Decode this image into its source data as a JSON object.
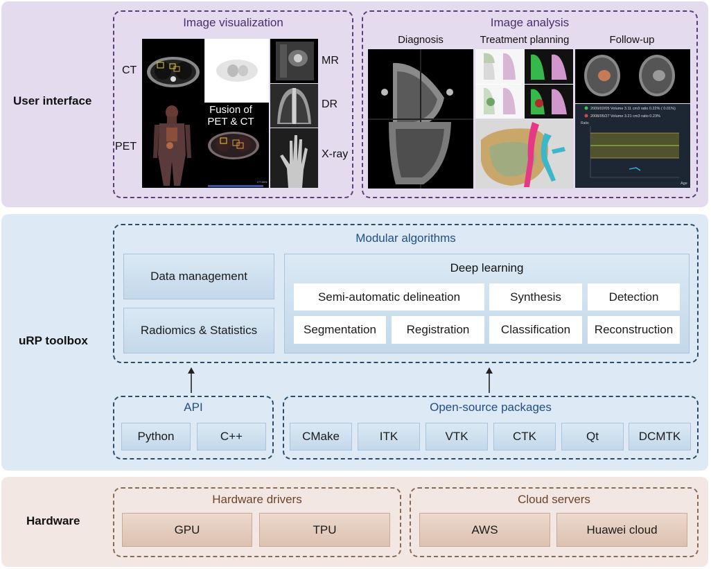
{
  "layers": {
    "user_interface": "User interface",
    "toolbox": "uRP toolbox",
    "hardware": "Hardware"
  },
  "ui": {
    "visualization": {
      "title": "Image visualization",
      "labels": {
        "ct": "CT",
        "pet": "PET",
        "mr": "MR",
        "dr": "DR",
        "xray": "X-ray"
      },
      "fusion": "Fusion of\nPET & CT",
      "ct_tag": "CT 50%"
    },
    "analysis": {
      "title": "Image analysis",
      "diagnosis": "Diagnosis",
      "treatment": "Treatment planning",
      "followup": "Follow-up",
      "legend1": "2009/02/05 Volume 3.11 cm3   ratio 0.22% (  0.01%)",
      "legend2": "2008/05/27 Volume 3.21 cm3   ratio 0.23%",
      "ratio": "Ratio",
      "age": "Age"
    }
  },
  "toolbox": {
    "modular": {
      "title": "Modular algorithms",
      "data_management": "Data management",
      "radiomics": "Radiomics & Statistics",
      "deep_learning": {
        "title": "Deep learning",
        "items": [
          "Semi-automatic delineation",
          "Synthesis",
          "Detection",
          "Segmentation",
          "Registration",
          "Classification",
          "Reconstruction"
        ]
      }
    },
    "api": {
      "title": "API",
      "items": [
        "Python",
        "C++"
      ]
    },
    "open_source": {
      "title": "Open-source packages",
      "items": [
        "CMake",
        "ITK",
        "VTK",
        "CTK",
        "Qt",
        "DCMTK"
      ]
    }
  },
  "hardware": {
    "drivers": {
      "title": "Hardware drivers",
      "items": [
        "GPU",
        "TPU"
      ]
    },
    "cloud": {
      "title": "Cloud servers",
      "items": [
        "AWS",
        "Huawei cloud"
      ]
    }
  },
  "colors": {
    "ui_bg": "#e4dcee",
    "toolbox_bg": "#dde9f4",
    "hardware_bg": "#f3e7e3"
  }
}
